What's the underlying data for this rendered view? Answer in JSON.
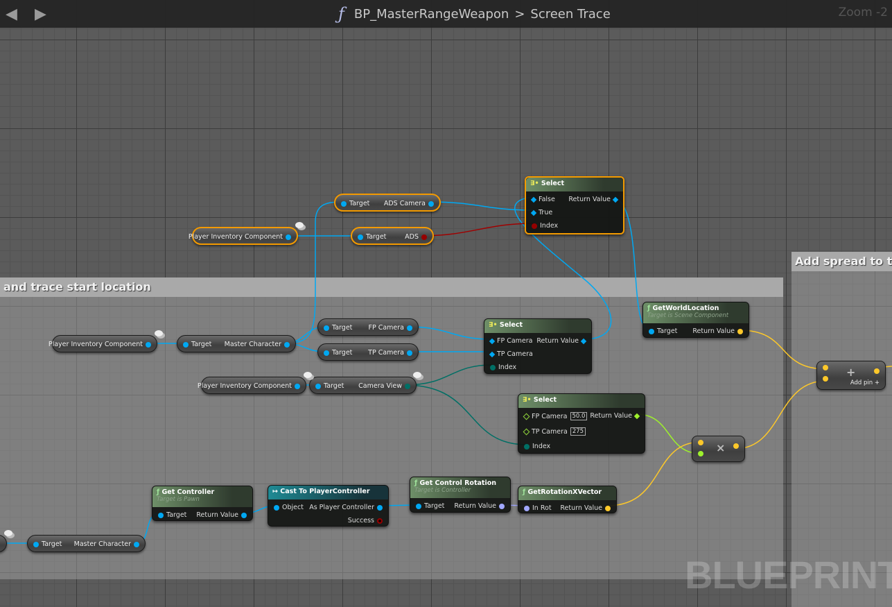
{
  "topbar": {
    "back_icon": "arrow-left-icon",
    "forward_icon": "arrow-right-icon",
    "function_icon": "ƒ",
    "blueprint": "BP_MasterRangeWeapon",
    "separator": ">",
    "function": "Screen Trace",
    "zoom": "Zoom -2"
  },
  "comments": [
    {
      "title": "and trace start location"
    },
    {
      "title": "Add spread to tr"
    }
  ],
  "watermark": "BLUEPRINT",
  "pin_colors": {
    "object": "#00a8f2",
    "bool": "#950000",
    "byte": "#006f65",
    "float": "#9ef02d",
    "vector": "#fdc82a",
    "rotator": "#a1a7ff",
    "bool_hollow": "#950000"
  },
  "nodes": [
    {
      "id": "pic1",
      "kind": "pill",
      "inputs": [],
      "outputs": [
        {
          "label": "Player Inventory Component",
          "type": "object"
        }
      ]
    },
    {
      "id": "adscam",
      "kind": "pill",
      "inputs": [
        {
          "label": "Target",
          "type": "object"
        }
      ],
      "outputs": [
        {
          "label": "ADS Camera",
          "type": "object"
        }
      ]
    },
    {
      "id": "ads",
      "kind": "pill",
      "inputs": [
        {
          "label": "Target",
          "type": "object"
        }
      ],
      "outputs": [
        {
          "label": "ADS",
          "type": "bool"
        }
      ]
    },
    {
      "id": "select1",
      "kind": "select",
      "title": "Select",
      "inputs": [
        {
          "label": "False",
          "type": "object",
          "shape": "dia"
        },
        {
          "label": "True",
          "type": "object",
          "shape": "dia"
        },
        {
          "label": "Index",
          "type": "bool"
        }
      ],
      "outputs": [
        {
          "label": "Return Value",
          "type": "object",
          "shape": "dia"
        }
      ]
    },
    {
      "id": "gwl",
      "kind": "func",
      "title": "GetWorldLocation",
      "subtitle": "Target is Scene Component",
      "inputs": [
        {
          "label": "Target",
          "type": "object"
        }
      ],
      "outputs": [
        {
          "label": "Return Value",
          "type": "vector"
        }
      ]
    },
    {
      "id": "pic2",
      "kind": "pill",
      "inputs": [],
      "outputs": [
        {
          "label": "Player Inventory Component",
          "type": "object"
        }
      ]
    },
    {
      "id": "mc1",
      "kind": "pill",
      "inputs": [
        {
          "label": "Target",
          "type": "object"
        }
      ],
      "outputs": [
        {
          "label": "Master Character",
          "type": "object"
        }
      ]
    },
    {
      "id": "fpcam",
      "kind": "pill",
      "inputs": [
        {
          "label": "Target",
          "type": "object"
        }
      ],
      "outputs": [
        {
          "label": "FP Camera",
          "type": "object"
        }
      ]
    },
    {
      "id": "tpcam",
      "kind": "pill",
      "inputs": [
        {
          "label": "Target",
          "type": "object"
        }
      ],
      "outputs": [
        {
          "label": "TP Camera",
          "type": "object"
        }
      ]
    },
    {
      "id": "select2",
      "kind": "select",
      "title": "Select",
      "inputs": [
        {
          "label": "FP Camera",
          "type": "object",
          "shape": "dia"
        },
        {
          "label": "TP Camera",
          "type": "object",
          "shape": "dia"
        },
        {
          "label": "Index",
          "type": "byte"
        }
      ],
      "outputs": [
        {
          "label": "Return Value",
          "type": "object",
          "shape": "dia"
        }
      ]
    },
    {
      "id": "pic3",
      "kind": "pill",
      "inputs": [],
      "outputs": [
        {
          "label": "Player Inventory Component",
          "type": "object"
        }
      ]
    },
    {
      "id": "camview",
      "kind": "pill",
      "inputs": [
        {
          "label": "Target",
          "type": "object"
        }
      ],
      "outputs": [
        {
          "label": "Camera View",
          "type": "byte"
        }
      ]
    },
    {
      "id": "select3",
      "kind": "select",
      "title": "Select",
      "inputs": [
        {
          "label": "FP Camera",
          "type": "float",
          "shape": "ring",
          "value": "50.0"
        },
        {
          "label": "TP Camera",
          "type": "float",
          "shape": "ring",
          "value": "275"
        },
        {
          "label": "Index",
          "type": "byte"
        }
      ],
      "outputs": [
        {
          "label": "Return Value",
          "type": "float",
          "shape": "dia"
        }
      ]
    },
    {
      "id": "mult",
      "kind": "op",
      "symbol": "×",
      "inputs": [
        {
          "label": "",
          "type": "vector"
        },
        {
          "label": "",
          "type": "float"
        }
      ],
      "outputs": [
        {
          "label": "",
          "type": "vector"
        }
      ]
    },
    {
      "id": "add",
      "kind": "op",
      "symbol": "+",
      "add_pin": "Add pin +",
      "inputs": [
        {
          "label": "",
          "type": "vector"
        },
        {
          "label": "",
          "type": "vector"
        }
      ],
      "outputs": [
        {
          "label": "",
          "type": "vector"
        }
      ]
    },
    {
      "id": "getctrl",
      "kind": "func",
      "title": "Get Controller",
      "subtitle": "Target is Pawn",
      "inputs": [
        {
          "label": "Target",
          "type": "object"
        }
      ],
      "outputs": [
        {
          "label": "Return Value",
          "type": "object"
        }
      ]
    },
    {
      "id": "cast",
      "kind": "cast",
      "title": "Cast To PlayerController",
      "inputs": [
        {
          "label": "Object",
          "type": "object"
        }
      ],
      "outputs": [
        {
          "label": "As Player Controller",
          "type": "object"
        },
        {
          "label": "Success",
          "type": "bool_hollow"
        }
      ]
    },
    {
      "id": "gcr",
      "kind": "func",
      "title": "Get Control Rotation",
      "subtitle": "Target is Controller",
      "inputs": [
        {
          "label": "Target",
          "type": "object"
        }
      ],
      "outputs": [
        {
          "label": "Return Value",
          "type": "rotator"
        }
      ]
    },
    {
      "id": "grxv",
      "kind": "func",
      "title": "GetRotationXVector",
      "inputs": [
        {
          "label": "In Rot",
          "type": "rotator"
        }
      ],
      "outputs": [
        {
          "label": "Return Value",
          "type": "vector"
        }
      ]
    },
    {
      "id": "mc2",
      "kind": "pill",
      "inputs": [
        {
          "label": "Target",
          "type": "object"
        }
      ],
      "outputs": [
        {
          "label": "Master Character",
          "type": "object"
        }
      ]
    }
  ]
}
